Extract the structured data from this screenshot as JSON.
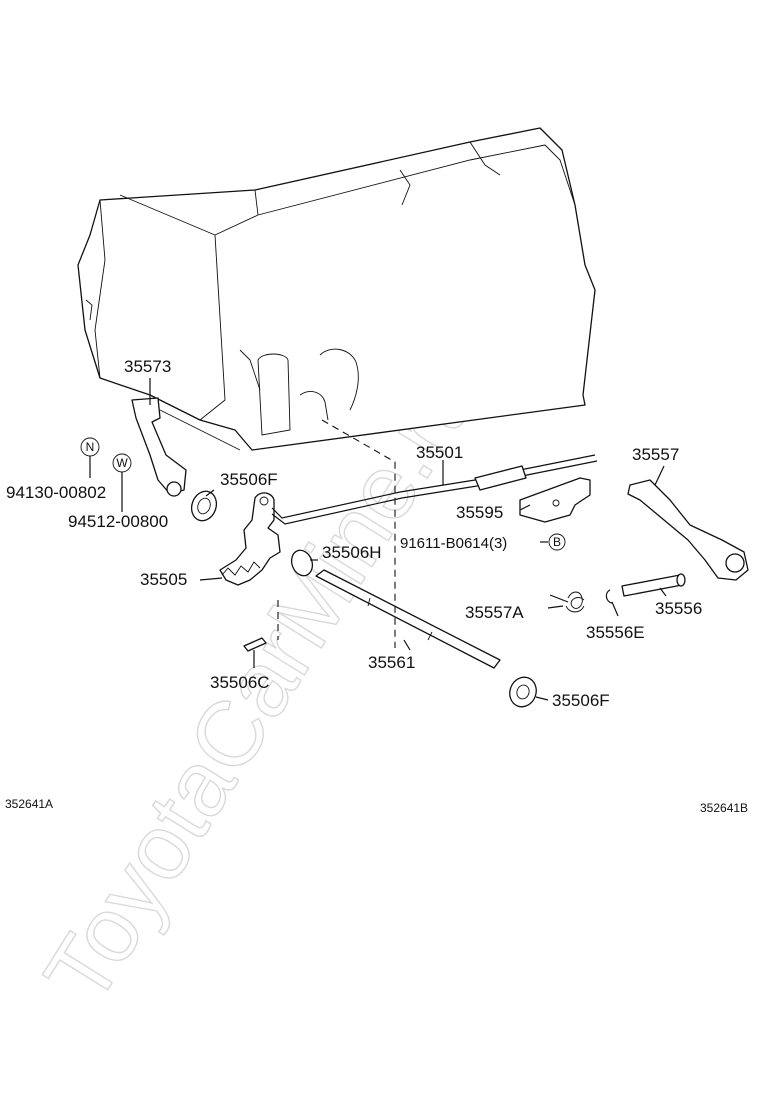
{
  "watermark": "ToyotaCarMine.ru",
  "labels": {
    "p35573": "35573",
    "p94130": "94130-00802",
    "p94512": "94512-00800",
    "p35506F_a": "35506F",
    "p35505": "35505",
    "p35506H": "35506H",
    "p35506C": "35506C",
    "p35501": "35501",
    "p35595": "35595",
    "p91611": "91611-B0614(3)",
    "p35561": "35561",
    "p35557": "35557",
    "p35557A": "35557A",
    "p35556E": "35556E",
    "p35556": "35556",
    "p35506F_b": "35506F"
  },
  "markers": {
    "n": "N",
    "w": "W",
    "b": "B"
  },
  "footer": {
    "left_code": "352641A",
    "right_code": "352641B"
  }
}
